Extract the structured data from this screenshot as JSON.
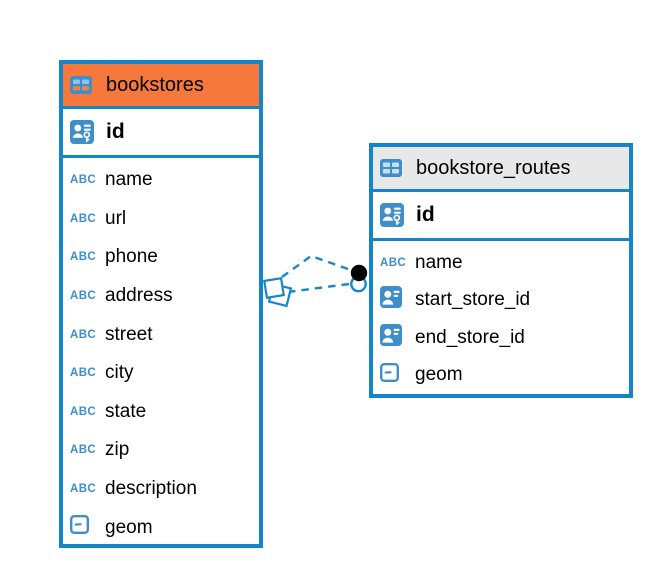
{
  "colors": {
    "accent_blue": "#1485C8",
    "icon_blue": "#3E8ECB",
    "connector_blue": "#1787C9",
    "header_orange": "#F6793B",
    "header_gray": "#E8E8E8",
    "text": "#000000",
    "background": "#FFFFFF"
  },
  "type_icon_glyphs": {
    "text": "ABC"
  },
  "tables": [
    {
      "name": "bookstores",
      "header_bg": "#F6793B",
      "icon_cells": {
        "top": "#94C2E2",
        "bottom": "#EF8145"
      },
      "primary_key": "id",
      "columns": [
        {
          "label": "name",
          "type": "text"
        },
        {
          "label": "url",
          "type": "text"
        },
        {
          "label": "phone",
          "type": "text"
        },
        {
          "label": "address",
          "type": "text"
        },
        {
          "label": "street",
          "type": "text"
        },
        {
          "label": "city",
          "type": "text"
        },
        {
          "label": "state",
          "type": "text"
        },
        {
          "label": "zip",
          "type": "text"
        },
        {
          "label": "description",
          "type": "text"
        },
        {
          "label": "geom",
          "type": "geometry"
        }
      ]
    },
    {
      "name": "bookstore_routes",
      "header_bg": "#E8E8E8",
      "icon_cells": {
        "top": "#C7DEF0",
        "bottom": "#C7DEF0"
      },
      "primary_key": "id",
      "columns": [
        {
          "label": "name",
          "type": "text"
        },
        {
          "label": "start_store_id",
          "type": "reference"
        },
        {
          "label": "end_store_id",
          "type": "reference"
        },
        {
          "label": "geom",
          "type": "geometry"
        }
      ]
    }
  ],
  "relationships": [
    {
      "from_table": "bookstores",
      "to_table": "bookstore_routes",
      "style": "dashed"
    },
    {
      "from_table": "bookstores",
      "to_table": "bookstore_routes",
      "style": "dashed"
    }
  ]
}
